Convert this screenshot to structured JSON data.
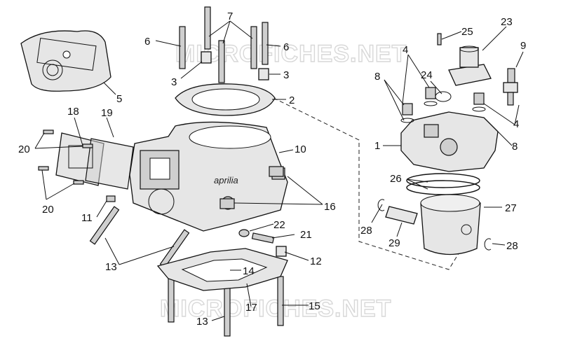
{
  "watermark": {
    "top": "MICROFICHES.NET",
    "bottom": "MICROFICHES.NET"
  },
  "brand_text": "aprilia",
  "callouts": [
    {
      "id": "c7",
      "text": "7"
    },
    {
      "id": "c6a",
      "text": "6"
    },
    {
      "id": "c6b",
      "text": "6"
    },
    {
      "id": "c3a",
      "text": "3"
    },
    {
      "id": "c3b",
      "text": "3"
    },
    {
      "id": "c5",
      "text": "5"
    },
    {
      "id": "c2",
      "text": "2"
    },
    {
      "id": "c10",
      "text": "10"
    },
    {
      "id": "c18",
      "text": "18"
    },
    {
      "id": "c19",
      "text": "19"
    },
    {
      "id": "c20a",
      "text": "20"
    },
    {
      "id": "c20b",
      "text": "20"
    },
    {
      "id": "c11",
      "text": "11"
    },
    {
      "id": "c16",
      "text": "16"
    },
    {
      "id": "c22",
      "text": "22"
    },
    {
      "id": "c21",
      "text": "21"
    },
    {
      "id": "c12",
      "text": "12"
    },
    {
      "id": "c13a",
      "text": "13"
    },
    {
      "id": "c14",
      "text": "14"
    },
    {
      "id": "c17",
      "text": "17"
    },
    {
      "id": "c15",
      "text": "15"
    },
    {
      "id": "c13b",
      "text": "13"
    },
    {
      "id": "c25",
      "text": "25"
    },
    {
      "id": "c23",
      "text": "23"
    },
    {
      "id": "c9",
      "text": "9"
    },
    {
      "id": "c4a",
      "text": "4"
    },
    {
      "id": "c24",
      "text": "24"
    },
    {
      "id": "c8a",
      "text": "8"
    },
    {
      "id": "c4b",
      "text": "4"
    },
    {
      "id": "c1",
      "text": "1"
    },
    {
      "id": "c8b",
      "text": "8"
    },
    {
      "id": "c26",
      "text": "26"
    },
    {
      "id": "c27",
      "text": "27"
    },
    {
      "id": "c28a",
      "text": "28"
    },
    {
      "id": "c29",
      "text": "29"
    },
    {
      "id": "c28b",
      "text": "28"
    }
  ]
}
